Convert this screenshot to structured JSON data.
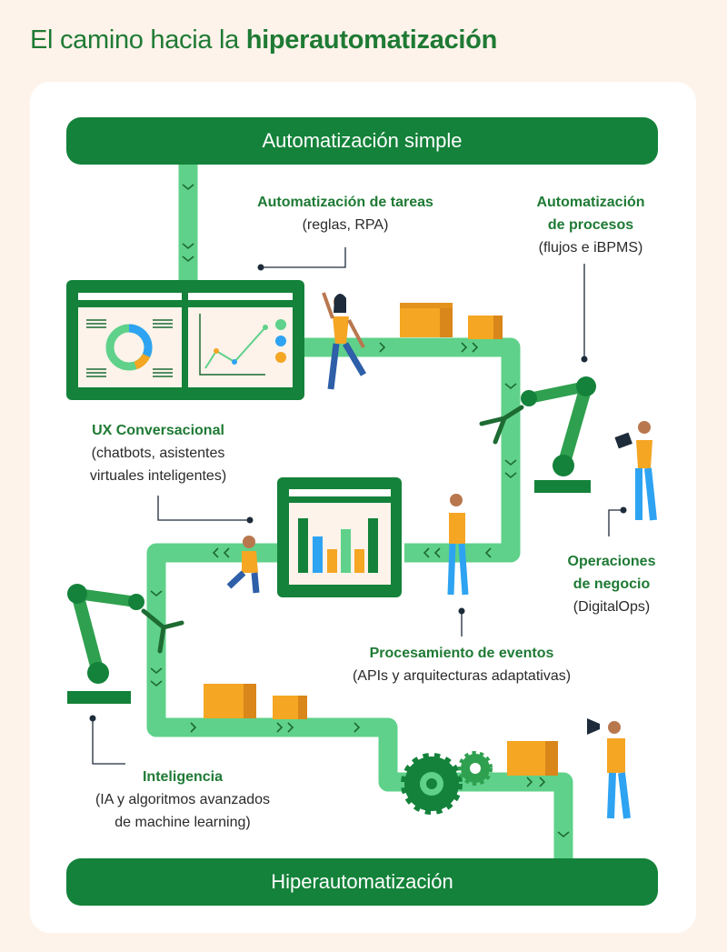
{
  "header": {
    "title_normal": "El camino hacia la ",
    "title_bold": "hiperautomatización"
  },
  "banners": {
    "top": "Automatización simple",
    "bottom": "Hiperautomatización"
  },
  "labels": {
    "tareas": {
      "title": "Automatización de tareas",
      "desc": "(reglas, RPA)"
    },
    "procesos": {
      "title_line1": "Automatización",
      "title_line2": "de procesos",
      "desc": "(flujos e iBPMS)"
    },
    "ux": {
      "title": "UX Conversacional",
      "desc_line1": "(chatbots, asistentes",
      "desc_line2": "virtuales inteligentes)"
    },
    "operaciones": {
      "title_line1": "Operaciones",
      "title_line2": "de negocio",
      "desc": "(DigitalOps)"
    },
    "eventos": {
      "title": "Procesamiento de eventos",
      "desc": "(APIs y arquitecturas adaptativas)"
    },
    "inteligencia": {
      "title": "Inteligencia",
      "desc_line1": "(IA y algoritmos avanzados",
      "desc_line2": "de machine learning)"
    }
  },
  "colors": {
    "dark_green": "#14823a",
    "light_green": "#5fd18a",
    "orange": "#f5a623",
    "blue": "#2ea3f2",
    "background": "#fdf3ea"
  }
}
